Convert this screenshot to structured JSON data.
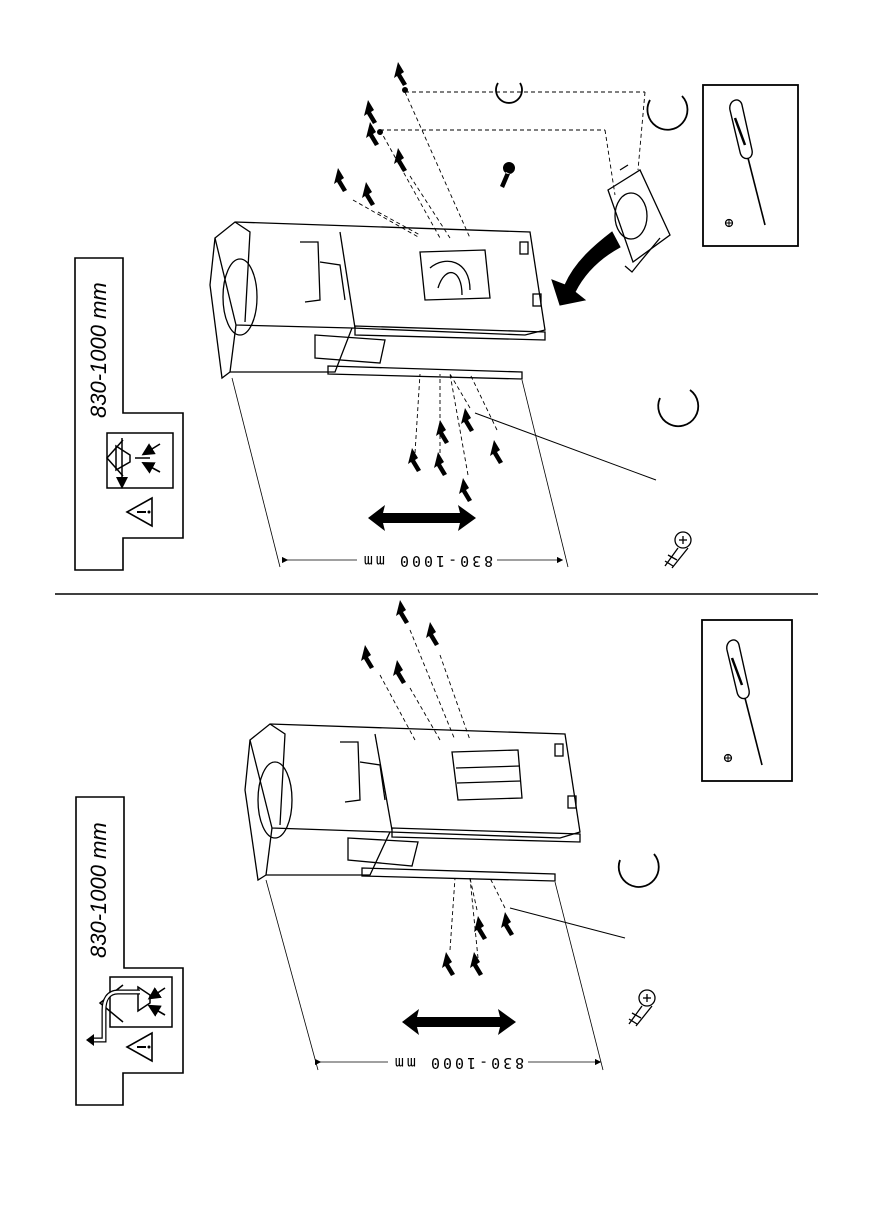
{
  "top_panel": {
    "range_label": "830-1000 mm",
    "dimension_label": "830-1000 mm",
    "icons": [
      "airflow-extraction-icon",
      "warning-icon",
      "screwdriver-icon",
      "screw-icon",
      "arrow-icon"
    ]
  },
  "bottom_panel": {
    "range_label": "830-1000 mm",
    "dimension_label": "830-1000 mm",
    "icons": [
      "airflow-recirculation-icon",
      "warning-icon",
      "screwdriver-icon",
      "screw-icon",
      "arrow-icon"
    ]
  }
}
